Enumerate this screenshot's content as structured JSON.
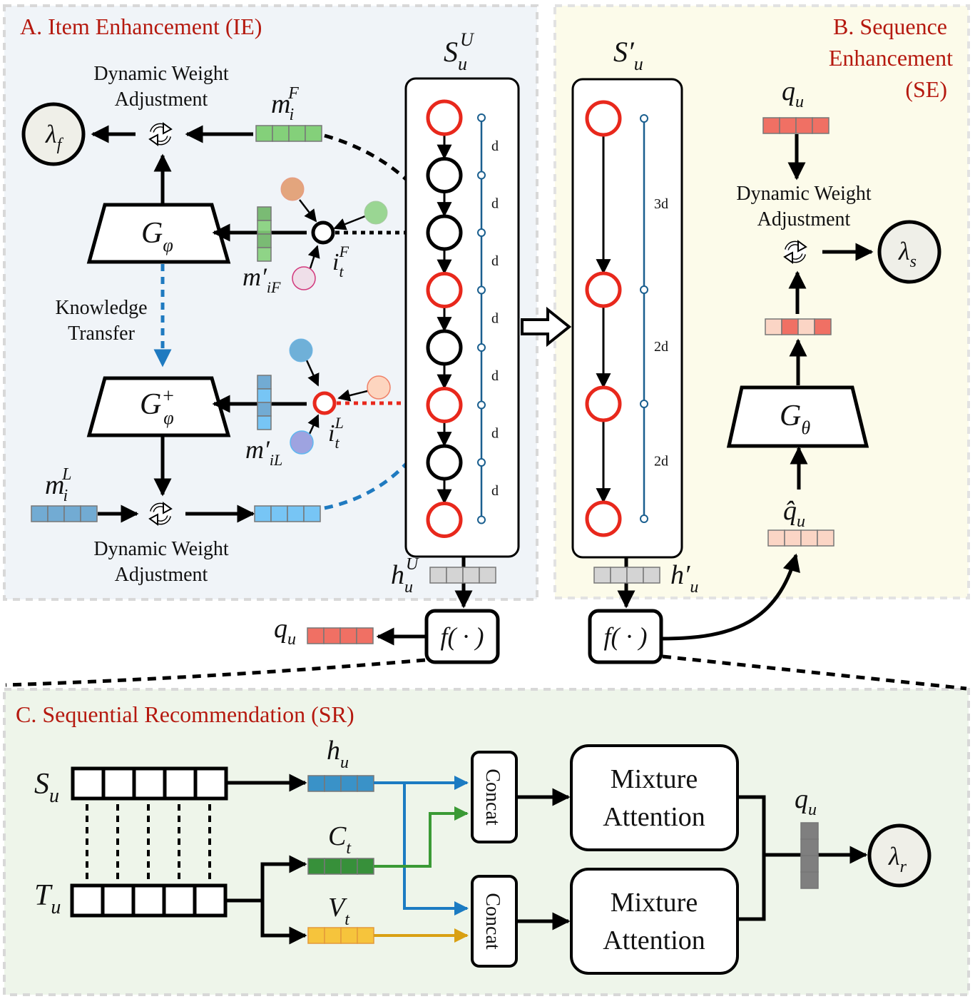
{
  "panels": {
    "ie": {
      "title": "A. Item Enhancement (IE)",
      "bg": "#f0f4f8"
    },
    "se": {
      "title_lines": [
        "B. Sequence",
        "Enhancement",
        "(SE)"
      ],
      "bg": "#fcfbea"
    },
    "sr": {
      "title": "C. Sequential Recommendation (SR)",
      "bg": "#eef5ea"
    }
  },
  "ie": {
    "dwa_top": [
      "Dynamic Weight",
      "Adjustment"
    ],
    "dwa_bottom": [
      "Dynamic Weight",
      "Adjustment"
    ],
    "lambda_f": {
      "base": "λ",
      "sub": "f"
    },
    "m_i_F": {
      "base": "m",
      "sub": "i",
      "sup": "F"
    },
    "m_prime_iF": {
      "base": "m′",
      "sub": "iF"
    },
    "m_prime_iL": {
      "base": "m′",
      "sub": "iL"
    },
    "m_i_L": {
      "base": "m",
      "sub": "i",
      "sup": "L"
    },
    "i_t_F": {
      "base": "i",
      "sub": "t",
      "sup": "F"
    },
    "i_t_L": {
      "base": "i",
      "sub": "t",
      "sup": "L"
    },
    "g_phi": {
      "base": "G",
      "sub": "φ"
    },
    "g_phi_plus": {
      "base": "G",
      "sub": "φ",
      "sup": "+"
    },
    "knowledge_transfer": [
      "Knowledge",
      "Transfer"
    ],
    "seq_label": {
      "base": "S",
      "sub": "u",
      "sup": "U"
    },
    "seq_nodes": [
      "red",
      "black",
      "black",
      "red",
      "black",
      "red",
      "black",
      "red"
    ],
    "intervals": [
      "d",
      "d",
      "d",
      "d",
      "d",
      "d",
      "d"
    ],
    "h_u_U": {
      "base": "h",
      "sub": "u",
      "sup": "U"
    }
  },
  "se": {
    "seq_label": {
      "base": "S′",
      "sub": "u"
    },
    "seq_nodes": [
      "red",
      "red",
      "red",
      "red"
    ],
    "intervals": [
      "3d",
      "2d",
      "2d"
    ],
    "h_prime_u": {
      "base": "h′",
      "sub": "u"
    },
    "q_u": {
      "base": "q",
      "sub": "u"
    },
    "q_hat_u": {
      "base": "q̂",
      "sub": "u"
    },
    "dwa": [
      "Dynamic Weight",
      "Adjustment"
    ],
    "lambda_s": {
      "base": "λ",
      "sub": "s"
    },
    "g_theta": {
      "base": "G",
      "sub": "θ"
    }
  },
  "middle": {
    "f_left": "f( · )",
    "f_right": "f( · )",
    "q_u": {
      "base": "q",
      "sub": "u"
    }
  },
  "sr": {
    "S_u": {
      "base": "S",
      "sub": "u"
    },
    "T_u": {
      "base": "T",
      "sub": "u"
    },
    "h_u": {
      "base": "h",
      "sub": "u"
    },
    "C_t": {
      "base": "C",
      "sub": "t"
    },
    "V_t": {
      "base": "V",
      "sub": "t"
    },
    "concat_top": "Concat",
    "concat_bottom": "Concat",
    "mixture_top": [
      "Mixture",
      "Attention"
    ],
    "mixture_bottom": [
      "Mixture",
      "Attention"
    ],
    "q_u": {
      "base": "q",
      "sub": "u"
    },
    "lambda_r": {
      "base": "λ",
      "sub": "r"
    }
  },
  "colors": {
    "red": "#e8281c",
    "blue_line": "#1a5f8f",
    "knowledge_blue": "#1f7ac0",
    "green_vec": "#84d07a",
    "green_vec_dark": "#6db565",
    "light_blue_vec": "#77c5f5",
    "mid_blue_vec": "#72abd3",
    "q_red": "#f07064",
    "q_light": "#fbd5c5",
    "grey_vec": "#d4d4d4",
    "dark_grey_vec": "#7f7f7f",
    "h_u_blue": "#3a92c8",
    "c_t_green": "#37903a",
    "v_t_yellow": "#f6c43c",
    "arrow_blue": "#1b7bc2",
    "arrow_green": "#3a9a35",
    "arrow_gold": "#d9a013",
    "lambda_fill": "#efefe8",
    "orange_dot": "#e3a57d",
    "green_dot": "#9ad693",
    "pink_dot": "#efdfe9",
    "blue_dot": "#6fb0d8",
    "purple_dot": "#9ea3e0",
    "peach_dot": "#fdd5bf"
  }
}
